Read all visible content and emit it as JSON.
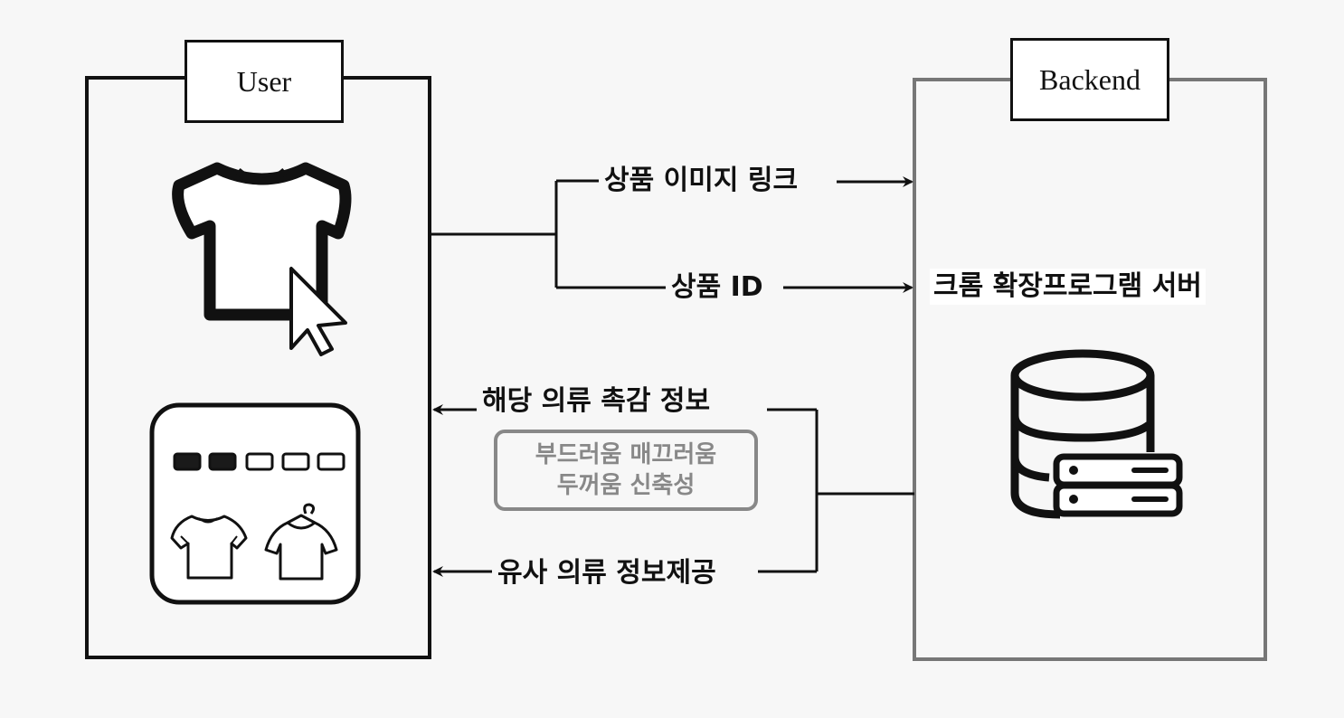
{
  "user_box": {
    "title": "User"
  },
  "backend_box": {
    "title": "Backend",
    "server_label": "크롬 확장프로그램 서버"
  },
  "flows": {
    "image_link": "상품 이미지 링크",
    "product_id": "상품 ID",
    "texture_info": "해당 의류 촉감 정보",
    "similar_info": "유사 의류 정보제공"
  },
  "texture_attributes": {
    "line1": "부드러움 매끄러움",
    "line2": "두꺼움 신축성"
  },
  "colors": {
    "user_border": "#111111",
    "backend_border": "#777777",
    "attr_border": "#888888"
  },
  "icons": [
    "tshirt-icon",
    "cursor-icon",
    "rating-squares",
    "shirt-icon",
    "hanger-shirt-icon",
    "database-icon",
    "server-icon"
  ]
}
